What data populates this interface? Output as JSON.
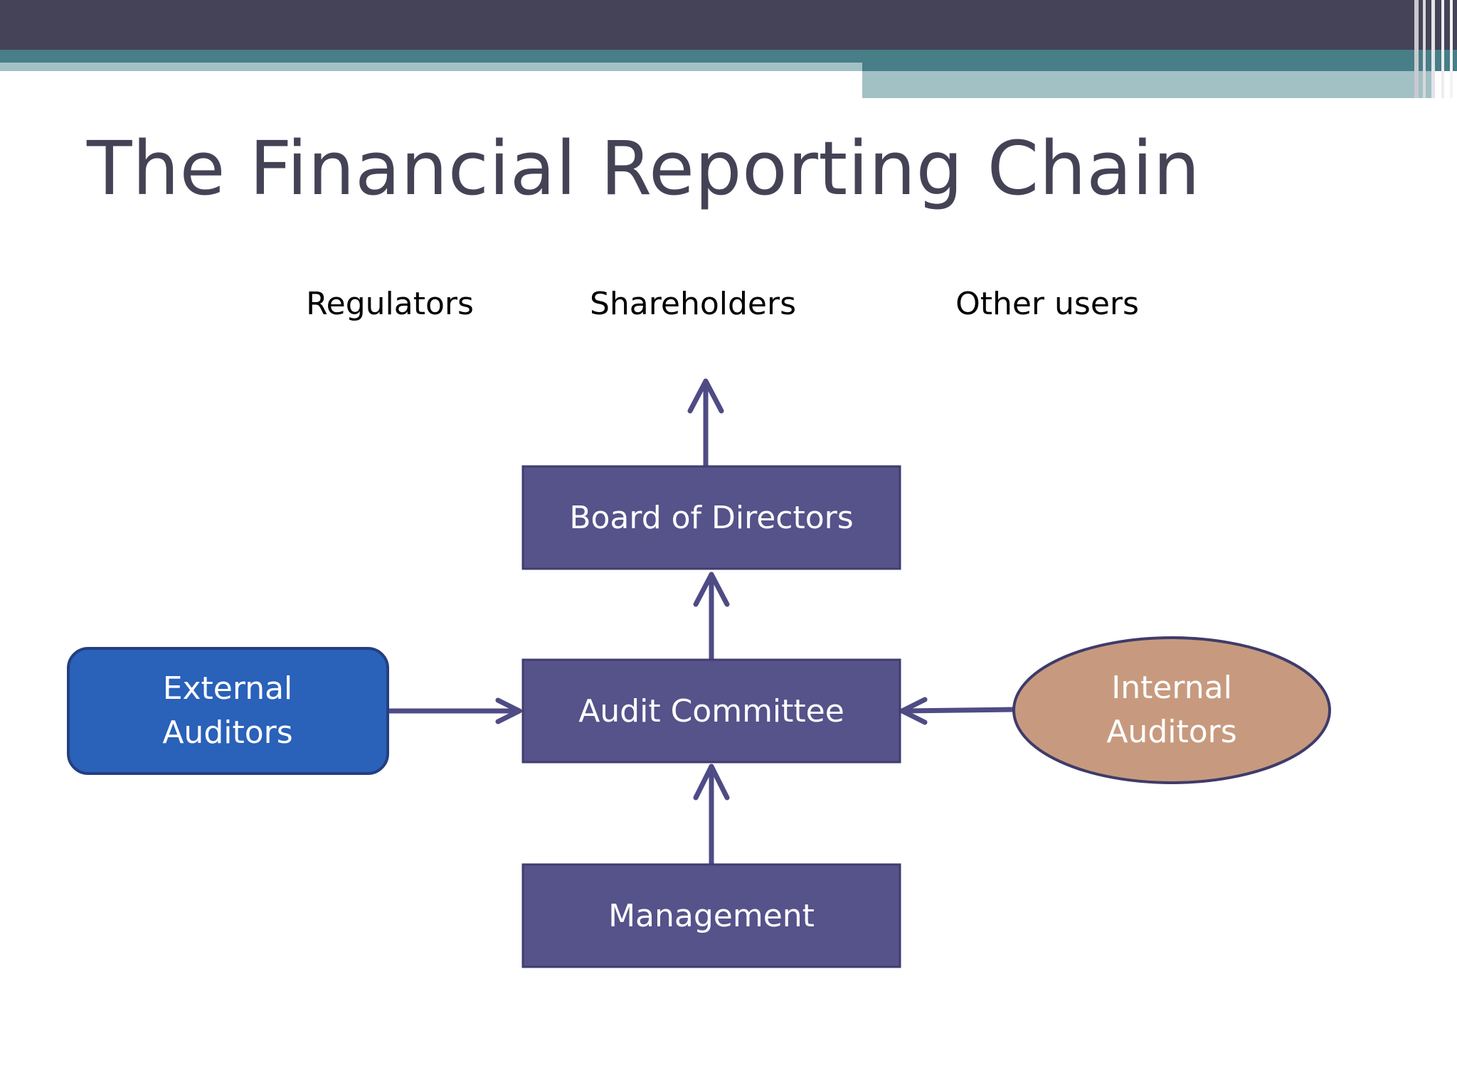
{
  "slide": {
    "title": "The Financial Reporting Chain",
    "title_color": "#444356"
  },
  "theme": {
    "band_dark": "#454357",
    "band_teal": "#477e87",
    "band_light": "#a2c1c5",
    "box_fill": "#56528a",
    "box_border": "#403d6e",
    "external_fill": "#2a61b9",
    "external_border": "#243f80",
    "internal_fill": "#c79a7f",
    "internal_border": "#3e3c6a",
    "arrow_color": "#4f4b84"
  },
  "audiences": [
    {
      "id": "regulators",
      "label": "Regulators"
    },
    {
      "id": "shareholders",
      "label": "Shareholders"
    },
    {
      "id": "other-users",
      "label": "Other users"
    }
  ],
  "nodes": {
    "board": {
      "line1": "Board of Directors"
    },
    "audit": {
      "line1": "Audit Committee"
    },
    "management": {
      "line1": "Management"
    },
    "external": {
      "line1": "External",
      "line2": "Auditors"
    },
    "internal": {
      "line1": "Internal",
      "line2": "Auditors"
    }
  }
}
